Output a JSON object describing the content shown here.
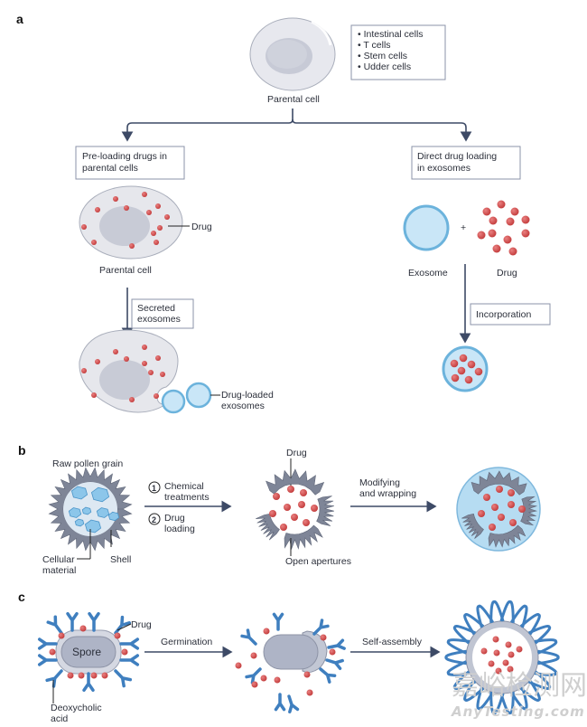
{
  "panels": {
    "a": {
      "label": "a",
      "parental_cell_label": "Parental cell",
      "cell_types": [
        "• Intestinal cells",
        "• T cells",
        "• Stem cells",
        "• Udder cells"
      ],
      "left_branch": {
        "box_lines": [
          "Pre-loading drugs in",
          "parental cells"
        ],
        "drug_label": "Drug",
        "cell_label": "Parental cell",
        "step_box_lines": [
          "Secreted",
          "exosomes"
        ],
        "result_label_lines": [
          "Drug-loaded",
          "exosomes"
        ]
      },
      "right_branch": {
        "box_lines": [
          "Direct drug loading",
          "in exosomes"
        ],
        "plus": "+",
        "exosome_label": "Exosome",
        "drug_label": "Drug",
        "step_box": "Incorporation"
      }
    },
    "b": {
      "label": "b",
      "raw_label": "Raw pollen grain",
      "cellular_label_lines": [
        "Cellular",
        "material"
      ],
      "shell_label": "Shell",
      "step1_num": "1",
      "step1_lines": [
        "Chemical",
        "treatments"
      ],
      "step2_num": "2",
      "step2_lines": [
        "Drug",
        "loading"
      ],
      "drug_label": "Drug",
      "apertures_label": "Open apertures",
      "step3_lines": [
        "Modifying",
        "and wrapping"
      ]
    },
    "c": {
      "label": "c",
      "spore_label": "Spore",
      "drug_label": "Drug",
      "acid_label_lines": [
        "Deoxycholic",
        "acid"
      ],
      "step1": "Germination",
      "step2": "Self-assembly"
    }
  },
  "watermark": {
    "line1": "嘉峪检测网",
    "line2": "AnyTesting.com"
  },
  "colors": {
    "cell_fill": "#e6e7ec",
    "nucleus": "#c8cbd6",
    "drug_red": "#d04a4a",
    "exosome_blue": "#c9e6f7",
    "exosome_stroke": "#6cb3dc",
    "shell_gray": "#7e8597",
    "acid_blue": "#3f7fbf",
    "arrow": "#3d4a66"
  }
}
